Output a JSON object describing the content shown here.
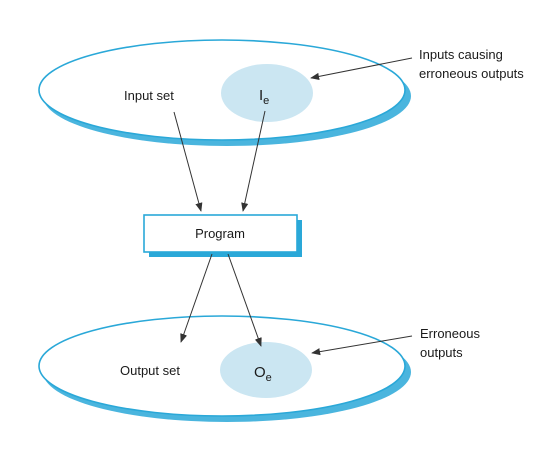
{
  "labels": {
    "input_set": "Input set",
    "output_set": "Output set",
    "program": "Program",
    "ie_main": "I",
    "ie_sub": "e",
    "oe_main": "O",
    "oe_sub": "e",
    "inputs_causing_line1": "Inputs causing",
    "inputs_causing_line2": "erroneous outputs",
    "erroneous_line1": "Erroneous",
    "erroneous_line2": "outputs"
  },
  "colors": {
    "outline": "#2aa8d8",
    "shadow": "#2aa8d8",
    "bubble_fill": "#cbe6f2",
    "box_fill": "#ffffff",
    "arrow": "#333333",
    "text": "#1a1a1a"
  }
}
